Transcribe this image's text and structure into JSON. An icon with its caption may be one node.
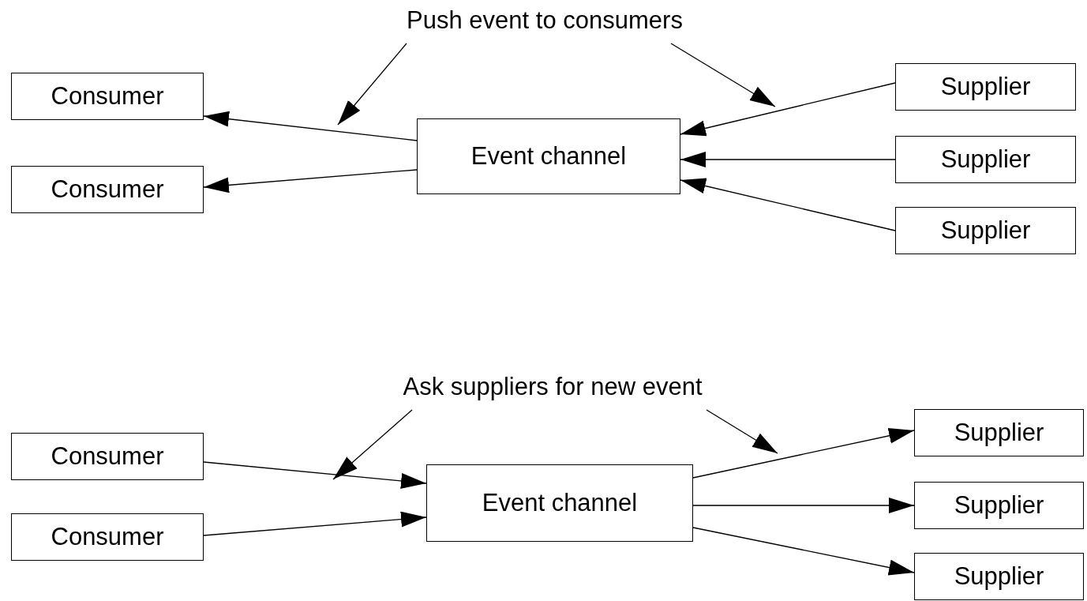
{
  "diagram": {
    "nodes": [
      {
        "text": [
          "Push event to consumers"
        ]
      },
      {
        "text": [
          "Consumer"
        ]
      },
      {
        "text": [
          "Consumer"
        ]
      },
      {
        "text": [
          "Event channel"
        ]
      },
      {
        "text": [
          "Supplier"
        ]
      },
      {
        "text": [
          "Supplier"
        ]
      },
      {
        "text": [
          "Supplier"
        ]
      },
      {
        "text": [
          "Ask suppliers for new event"
        ]
      },
      {
        "text": [
          "Consumer"
        ]
      },
      {
        "text": [
          "Consumer"
        ]
      },
      {
        "text": [
          "Event channel"
        ]
      },
      {
        "text": [
          "Supplier"
        ]
      },
      {
        "text": [
          "Supplier"
        ]
      },
      {
        "text": [
          "Supplier"
        ]
      }
    ],
    "edges": [
      {
        "from": 0,
        "to": null,
        "arrow": "to"
      },
      {
        "from": 0,
        "to": null,
        "arrow": "to"
      },
      {
        "from": 3,
        "to": 1,
        "arrow": "to"
      },
      {
        "from": 3,
        "to": 2,
        "arrow": "to"
      },
      {
        "from": 4,
        "to": 3,
        "arrow": "to"
      },
      {
        "from": 5,
        "to": 3,
        "arrow": "to"
      },
      {
        "from": 6,
        "to": 3,
        "arrow": "to"
      },
      {
        "from": 7,
        "to": null,
        "arrow": "to"
      },
      {
        "from": 7,
        "to": null,
        "arrow": "to"
      },
      {
        "from": 8,
        "to": 10,
        "arrow": "to"
      },
      {
        "from": 9,
        "to": 10,
        "arrow": "to"
      },
      {
        "from": 10,
        "to": 11,
        "arrow": "to"
      },
      {
        "from": 10,
        "to": 12,
        "arrow": "to"
      },
      {
        "from": 10,
        "to": 13,
        "arrow": "to"
      }
    ]
  }
}
